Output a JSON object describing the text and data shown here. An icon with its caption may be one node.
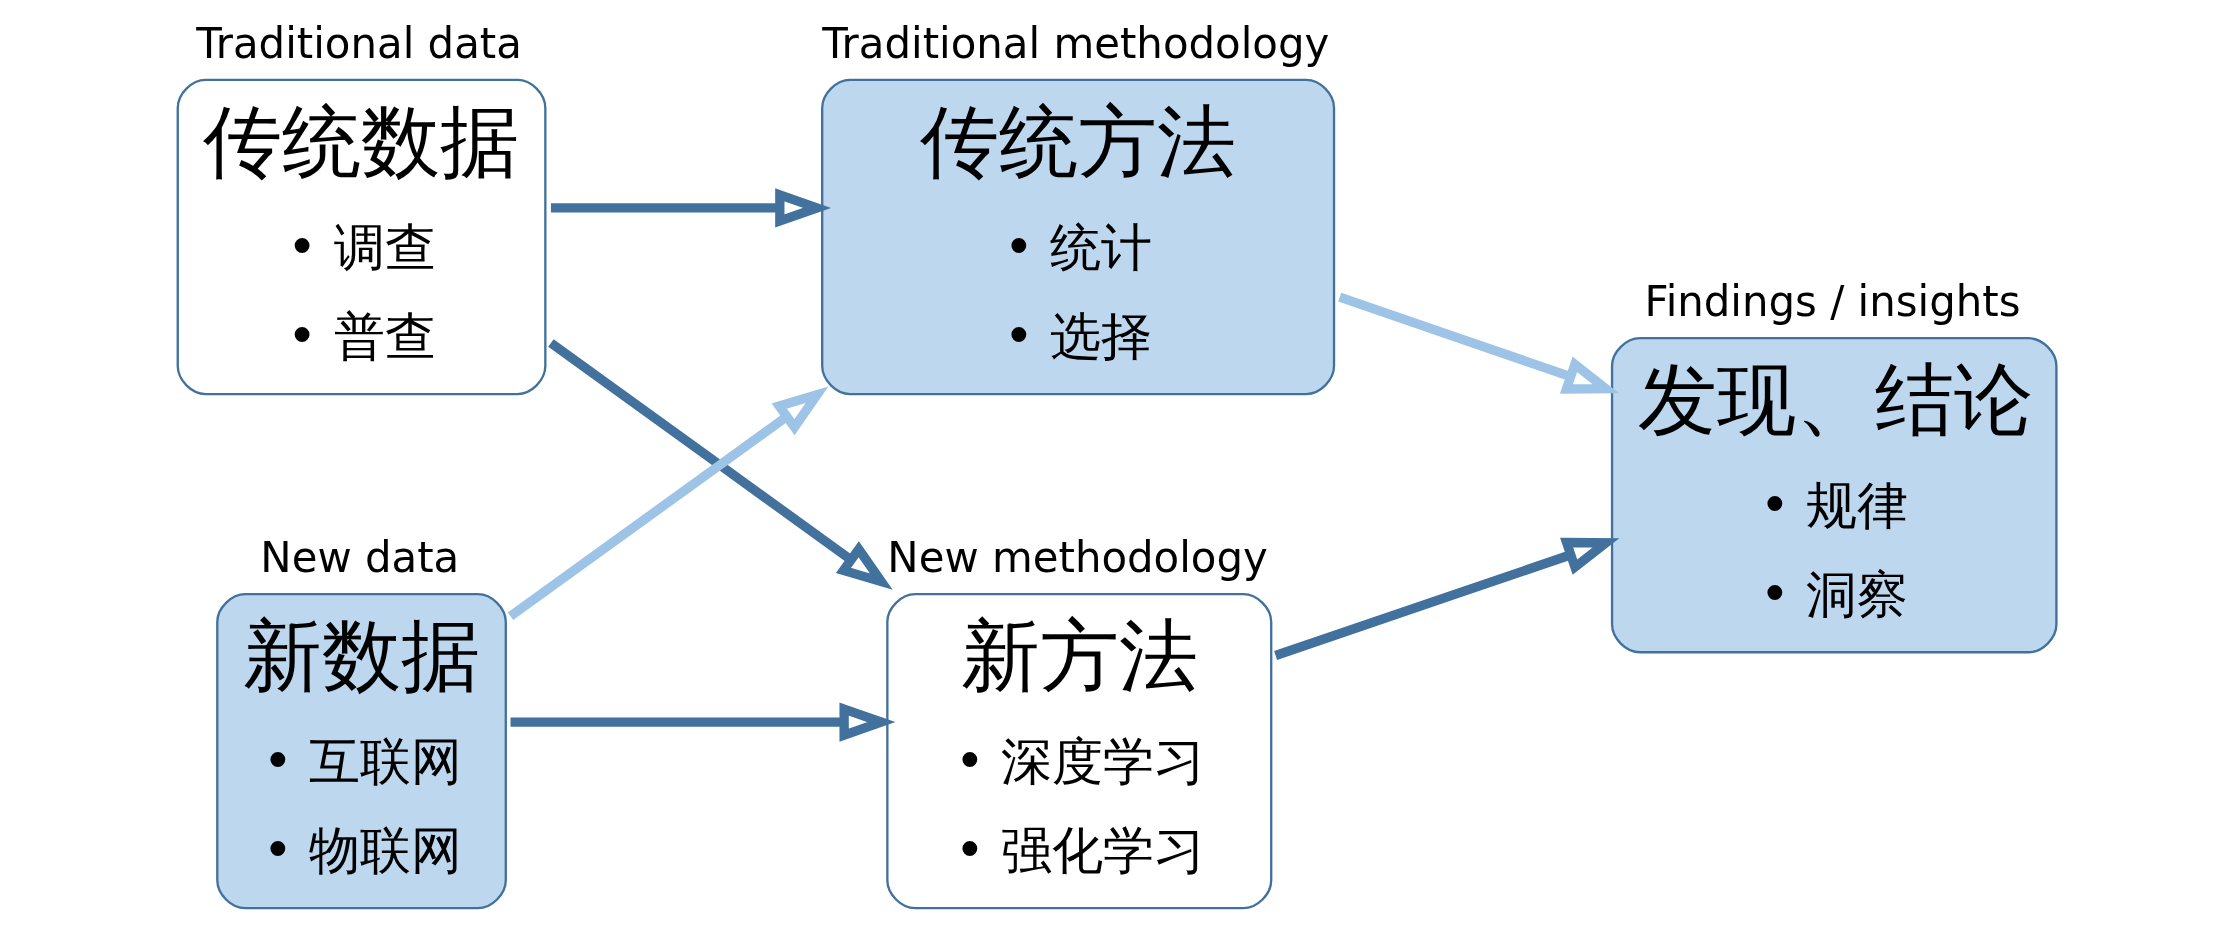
{
  "diagram": {
    "nodes": [
      {
        "text": [
          "Traditional data",
          "传统数据",
          "• 调查",
          "• 普查"
        ]
      },
      {
        "text": [
          "Traditional methodology",
          "传统方法",
          "• 统计",
          "• 选择"
        ]
      },
      {
        "text": [
          "Findings / insights",
          "发现、结论",
          "• 规律",
          "• 洞察"
        ]
      },
      {
        "text": [
          "New data",
          "新数据",
          "• 互联网",
          "• 物联网"
        ]
      },
      {
        "text": [
          "New methodology",
          "新方法",
          "• 深度学习",
          "• 强化学习"
        ]
      }
    ],
    "edges": [
      {
        "from": 0,
        "to": 1,
        "arrow": "to"
      },
      {
        "from": 0,
        "to": 4,
        "arrow": "to"
      },
      {
        "from": 3,
        "to": 1,
        "arrow": "to",
        "color": "#9dc3e6"
      },
      {
        "from": 3,
        "to": 4,
        "arrow": "to"
      },
      {
        "from": 1,
        "to": 2,
        "arrow": "to",
        "color": "#9dc3e6"
      },
      {
        "from": 4,
        "to": 2,
        "arrow": "to"
      }
    ]
  }
}
